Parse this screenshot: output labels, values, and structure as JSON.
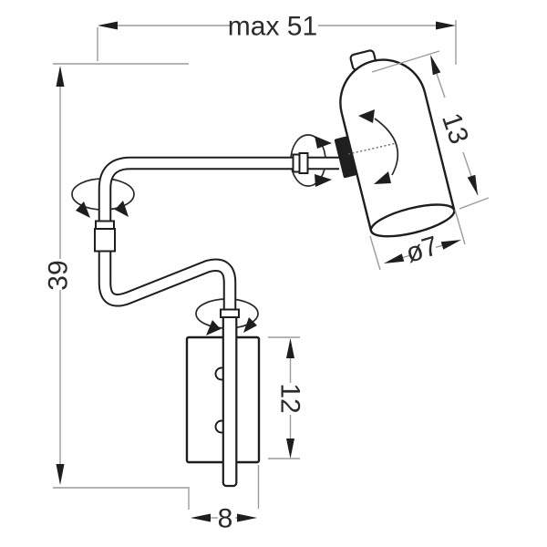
{
  "drawing": {
    "title": "wall-lamp-dimension-drawing",
    "type": "technical line drawing, wall mounted swivel spot lamp, side view",
    "dimensions": {
      "max_width_label": "max 51",
      "total_height_label": "39",
      "shade_length_label": "13",
      "shade_diameter_label": "ø7",
      "wall_plate_height_label": "12",
      "wall_plate_width_label": "8"
    },
    "symbols": {
      "rotation_loops": 3,
      "tilt_arc": 1,
      "meaning": "rotation-arrow icons indicate swivel points of arm and shade"
    },
    "colors": {
      "background": "#ffffff",
      "outline": "#1e1e1e",
      "dimension_lines": "#9b9b9b",
      "label_text": "#2b2b2b"
    }
  }
}
